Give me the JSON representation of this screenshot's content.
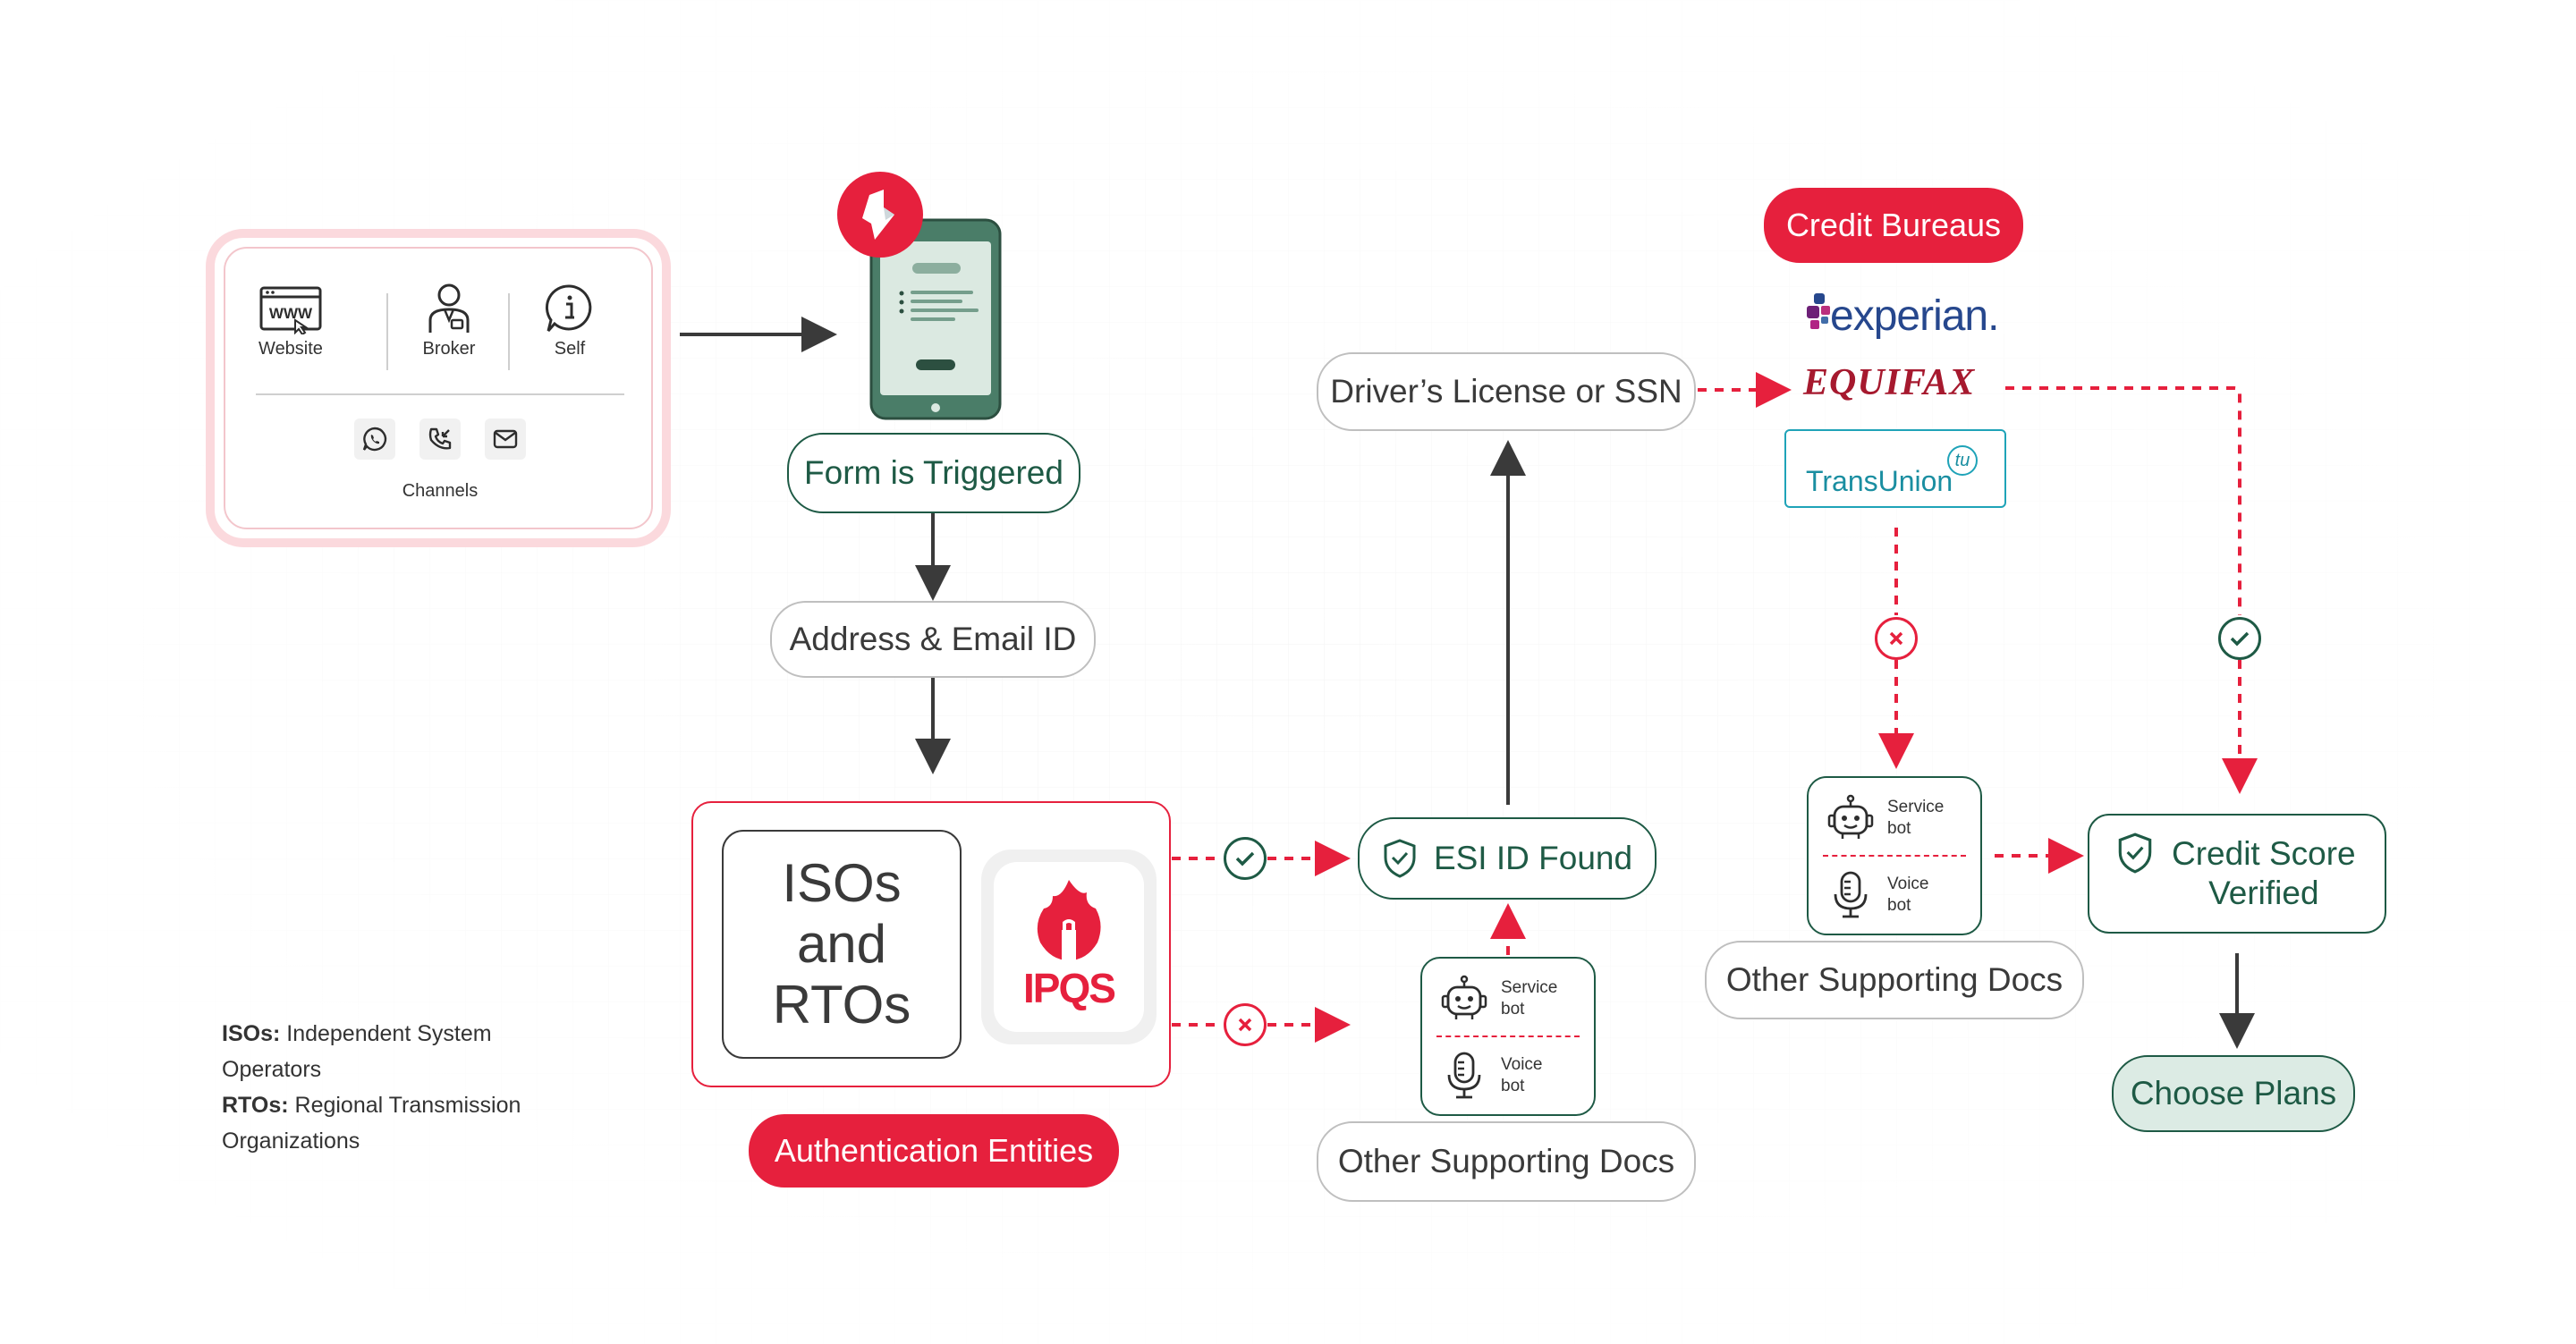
{
  "channels_card": {
    "website_label": "Website",
    "broker_label": "Broker",
    "self_label": "Self",
    "channels_label": "Channels",
    "www_text": "WWW"
  },
  "flow": {
    "form_triggered": "Form is Triggered",
    "address_email": "Address & Email ID",
    "isos_rtos": "ISOs\nand\nRTOs",
    "ipqs_logo": "IPQS",
    "auth_entities": "Authentication Entities",
    "esi_found": "ESI ID Found",
    "drivers_license": "Driver’s License or SSN",
    "other_docs_left": "Other Supporting Docs",
    "other_docs_right": "Other Supporting Docs",
    "credit_bureaus": "Credit Bureaus",
    "credit_score_verified": "Credit Score\nVerified",
    "choose_plans": "Choose Plans"
  },
  "bots": {
    "service_bot": "Service\nbot",
    "voice_bot": "Voice\nbot"
  },
  "bureaus": {
    "experian": "experian.",
    "equifax": "EQUIFAX",
    "transunion": "TransUnion",
    "tu_badge": "tu"
  },
  "legend": {
    "isos_abbr": "ISOs:",
    "isos_desc": " Independent System Operators",
    "rtos_abbr": "RTOs:",
    "rtos_desc": " Regional Transmission Organizations"
  },
  "colors": {
    "accent_red": "#e6203d",
    "accent_green": "#1e5a45",
    "pale_pink": "#fbd9dd",
    "pale_green": "#dcebe4"
  },
  "icons": [
    "www-icon",
    "broker-icon",
    "info-icon",
    "whatsapp-icon",
    "phone-icon",
    "mail-icon",
    "phone-form-icon",
    "shield-check-icon",
    "robot-icon",
    "microphone-icon",
    "check-circle-icon",
    "x-circle-icon",
    "ipqs-flame-icon"
  ]
}
